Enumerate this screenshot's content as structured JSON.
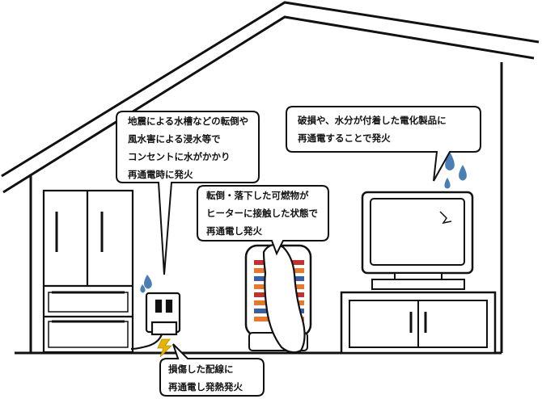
{
  "callouts": {
    "earthquake": {
      "lines": [
        "地震による水槽などの転倒や",
        "風水害による浸水等で",
        "コンセントに水がかかり",
        "再通電時に発火"
      ]
    },
    "electronics": {
      "lines": [
        "破損や、水分が付着した電化製品に",
        "再通電することで発火"
      ]
    },
    "heater": {
      "lines": [
        "転倒・落下した可燃物が",
        "ヒーターに接触した状態で",
        "再通電し発火"
      ]
    },
    "wiring": {
      "lines": [
        "損傷した配線に",
        "再通電し発熱発火"
      ]
    }
  },
  "colors": {
    "outline": "#111111",
    "water_drop": "#4a7fb5",
    "spark": "#e8b400",
    "heater_orange": "#e8782a",
    "heater_red": "#c23030",
    "heater_blue": "#3a5fa0"
  },
  "icons": [
    "house-outline",
    "refrigerator",
    "wall-outlet",
    "electric-heater",
    "television",
    "water-drop",
    "spark"
  ]
}
